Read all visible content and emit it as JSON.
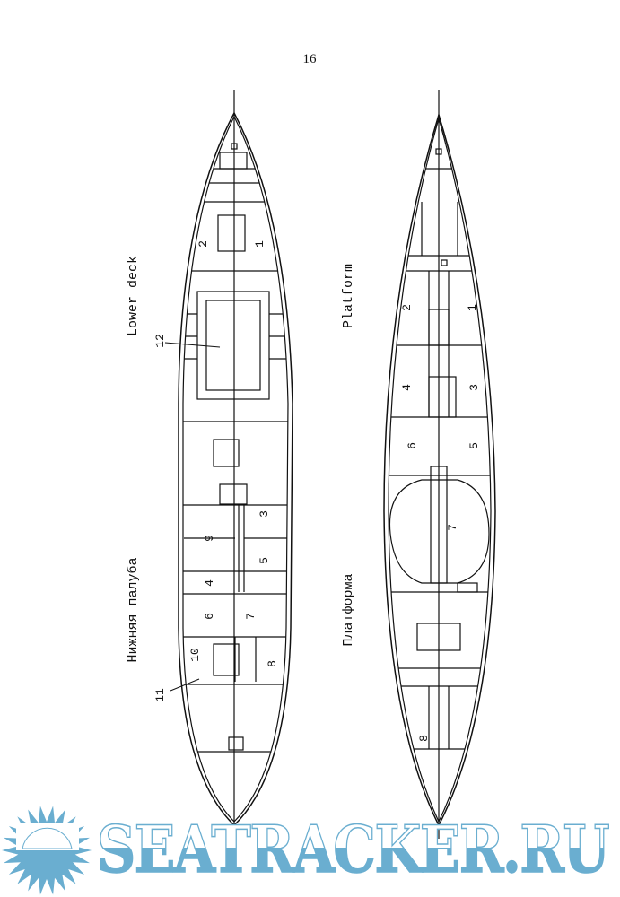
{
  "page_number": "16",
  "left_plan": {
    "title_en": "Lower deck",
    "title_ru": "Нижняя палуба",
    "callouts": [
      "12",
      "11"
    ],
    "rooms": [
      "1",
      "2",
      "3",
      "4",
      "5",
      "6",
      "7",
      "8",
      "9",
      "10"
    ]
  },
  "right_plan": {
    "title_en": "Platform",
    "title_ru": "Платформа",
    "rooms": [
      "1",
      "2",
      "3",
      "4",
      "5",
      "6",
      "7",
      "8"
    ]
  },
  "watermark": {
    "text": "SEATRACKER.RU",
    "color": "#6aaed0"
  }
}
